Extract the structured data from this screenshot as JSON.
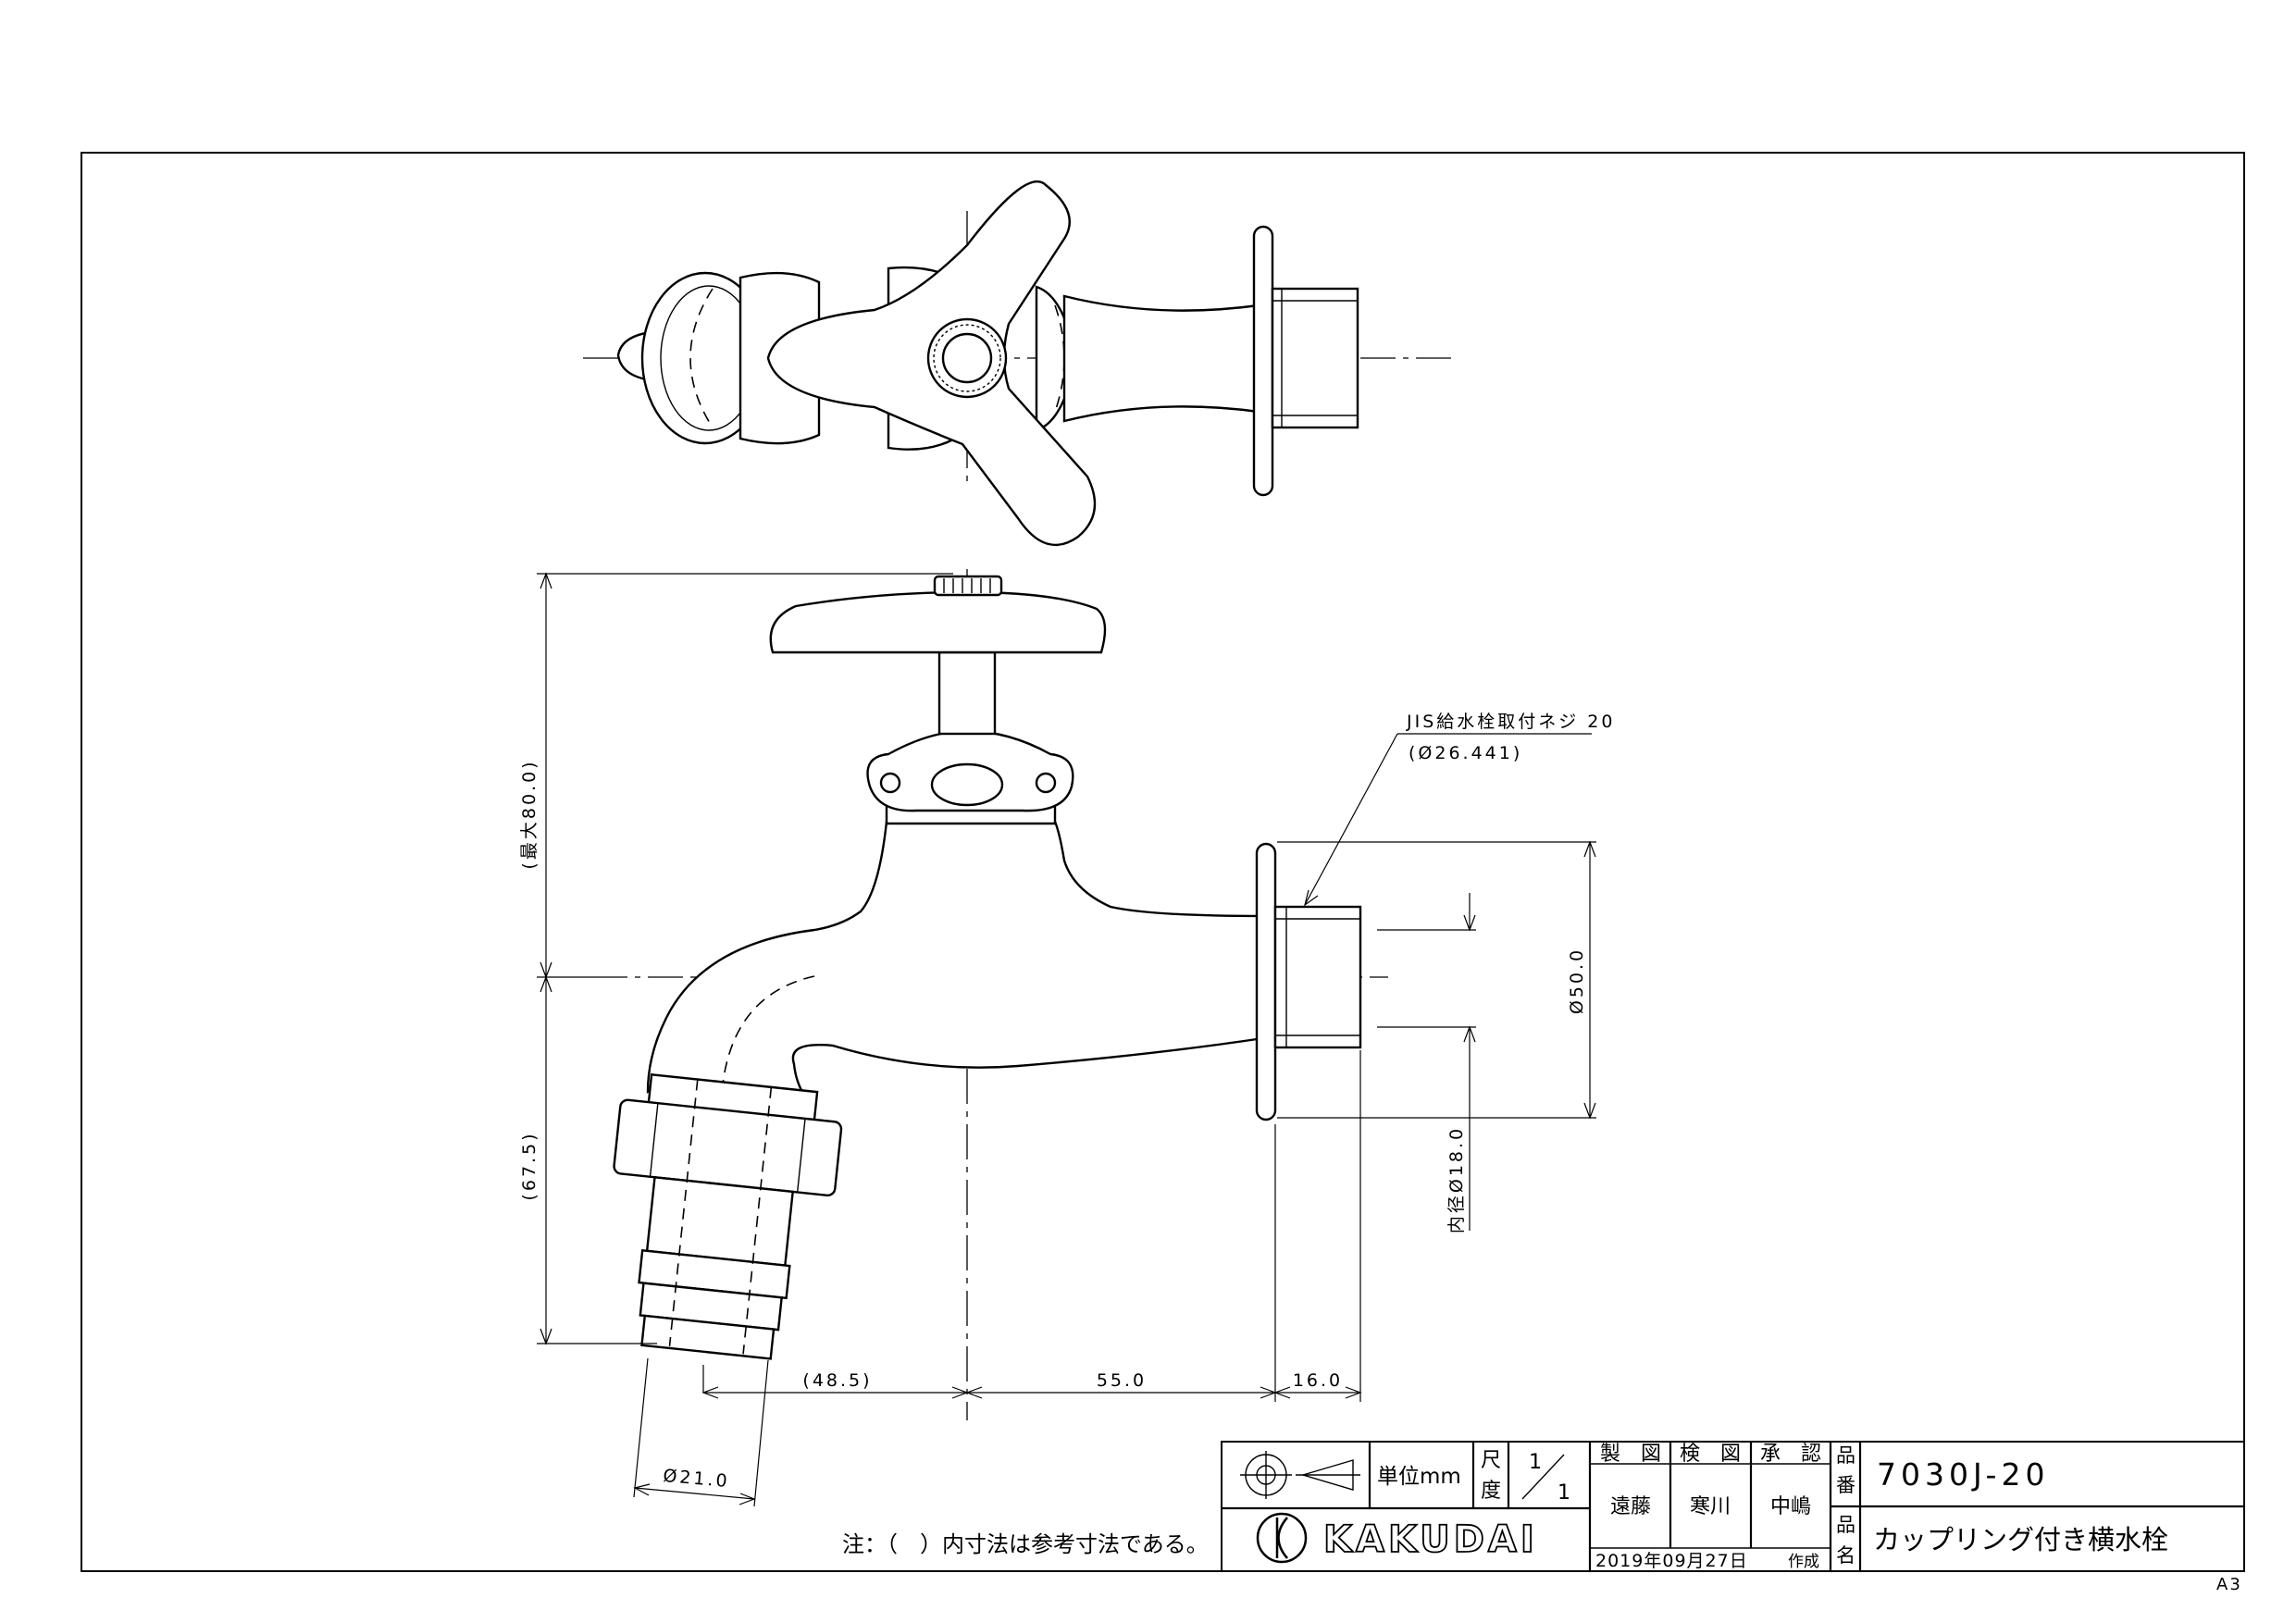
{
  "sheet": {
    "size_label": "A3"
  },
  "dimensions": {
    "height_max": "(最大80.0)",
    "height_lower": "(67.5)",
    "width_left": "(48.5)",
    "width_mid": "55.0",
    "width_right": "16.0",
    "flange_dia": "Ø50.0",
    "inner_dia": "内径Ø18.0",
    "hose_dia": "Ø21.0",
    "thread_label": "JIS給水栓取付ネジ 20",
    "thread_dia": "(Ø26.441)"
  },
  "note": "注：（　）内寸法は参考寸法である。",
  "title_block": {
    "unit": "単位mm",
    "scale_label_1": "尺",
    "scale_label_2": "度",
    "scale_num": "1",
    "scale_den": "1",
    "made_label": "製　図",
    "check_label": "検　図",
    "approve_label": "承　認",
    "made_name": "遠藤",
    "check_name": "寒川",
    "approve_name": "中嶋",
    "date": "2019年09月27日",
    "date_suffix": "作成",
    "part_no_label_1": "品",
    "part_no_label_2": "番",
    "part_no": "7030J-20",
    "part_name_label_1": "品",
    "part_name_label_2": "名",
    "part_name": "カップリング付き横水栓",
    "company": "KAKUDAI"
  }
}
